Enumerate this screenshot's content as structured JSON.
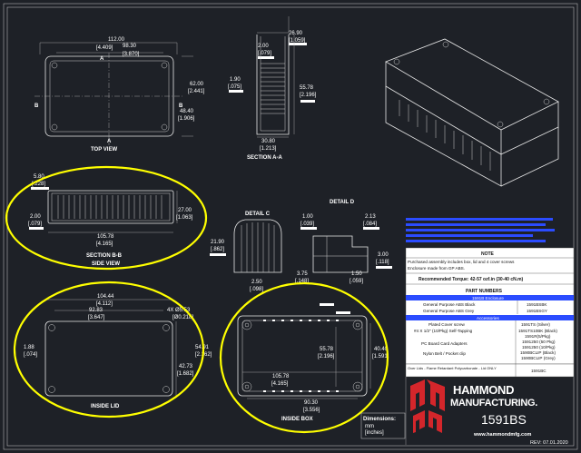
{
  "views": {
    "top": {
      "label": "TOP VIEW",
      "dims": [
        "112.00",
        "[4.409]",
        "98.30",
        "[3.870]",
        "62.00",
        "[2.441]",
        "48.40",
        "[1.906]"
      ],
      "section_mark": "A",
      "side_marks": [
        "B",
        "B"
      ]
    },
    "section_aa": {
      "label": "SECTION A-A",
      "dims": [
        "26.90",
        "[1.059]",
        "2.00",
        "[.079]",
        "1.90",
        "[.075]",
        "55.78",
        "[2.196]",
        "30.80",
        "[1.213]"
      ]
    },
    "section_bb": {
      "label_line1": "SECTION B-B",
      "label_line2": "SIDE VIEW",
      "dims": [
        "5.80",
        "[.228]",
        "2.00",
        "[.079]",
        "27.00",
        "[1.063]",
        "105.78",
        "[4.165]"
      ]
    },
    "detail_c": {
      "label": "DETAIL  C",
      "dims": [
        "21.90",
        "[.862]",
        "2.50",
        "[.098]"
      ]
    },
    "detail_d": {
      "label": "DETAIL  D",
      "dims": [
        "1.00",
        "[.039]",
        "2.13",
        "[.084]",
        "3.00",
        "[.118]",
        "3.75",
        "[.148]",
        "1.50",
        "[.059]"
      ]
    },
    "inside_lid": {
      "label": "INSIDE LID",
      "dims": [
        "104.44",
        "[4.112]",
        "92.83",
        "[3.647]",
        "4X Ø5.53",
        "[Ø0.218]",
        "1.88",
        "[.074]",
        "54.91",
        "[2.162]",
        "42.73",
        "[1.682]"
      ]
    },
    "inside_box": {
      "label": "INSIDE BOX",
      "dims": [
        "55.78",
        "[2.196]",
        "40.40",
        "[1.591]",
        "105.78",
        "[4.165]",
        "90.30",
        "[3.556]"
      ]
    }
  },
  "dimensions_box": {
    "title": "Dimensions:",
    "line1": "mm",
    "line2": "[inches]"
  },
  "note_panel": {
    "note_heading": "NOTE",
    "note_lines": [
      "Purchased assembly includes box, lid and 4 cover screws",
      "Enclosure made from GP ABS."
    ],
    "torque": "Recommended Torque: 42-57 ozf.in (30-40 cN.m)",
    "parts_heading": "PART NUMBERS",
    "enclosure_heading": "1591B Enclosure",
    "enclosures": [
      {
        "desc": "General Purpose ABS Black",
        "pn": "1591BSBK"
      },
      {
        "desc": "General Purpose ABS Grey",
        "pn": "1591BSGY"
      }
    ],
    "accessories_heading": "Accessories",
    "accessories": [
      {
        "desc": "Plated Cover screw",
        "pns": [
          "1591TS (Silver)"
        ]
      },
      {
        "desc": "#4 X 1/2\" (10/Pkg) Self-Tapping",
        "pns": [
          "1591TS10BK (Black)",
          "1591R(5/Pkg)"
        ]
      },
      {
        "desc": "PC Board Card Adapters",
        "pns": [
          "1591250 (50 Pkg)",
          "1591250 (10/Pkg)"
        ]
      },
      {
        "desc": "Nylon Belt / Pocket clip",
        "pns": [
          "1590BCLIP (Black)",
          "1590BCLIP (Grey)"
        ]
      },
      {
        "desc": "Over Lids - Flame Retardant Polycarbonate - Lid ONLY",
        "pns": [
          "1591BC"
        ]
      }
    ]
  },
  "brand": {
    "name_line1": "HAMMOND",
    "name_line2": "MANUFACTURING.",
    "model": "1591BS",
    "url": "www.hammondmfg.com",
    "rev": "REV: 07.01.2020",
    "logo_color": "#d4262b"
  }
}
